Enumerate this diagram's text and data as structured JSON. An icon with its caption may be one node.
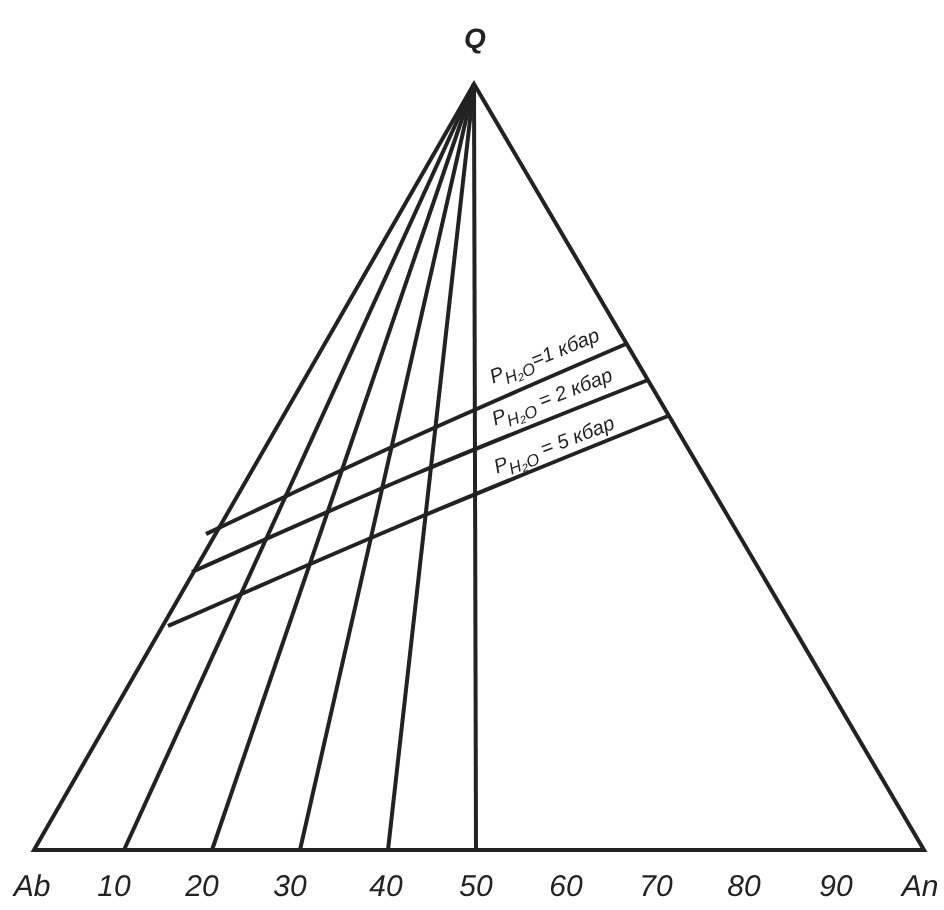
{
  "diagram": {
    "labels": [
      "Q",
      "P$_{H₂O}$=1 кбар",
      "P$_{H₂O}$ = 2 кбар",
      "P$_{H₂O}$ = 5 кбар",
      "Ab",
      "10",
      "20",
      "30",
      "40",
      "50",
      "60",
      "70",
      "80",
      "90",
      "An"
    ]
  }
}
